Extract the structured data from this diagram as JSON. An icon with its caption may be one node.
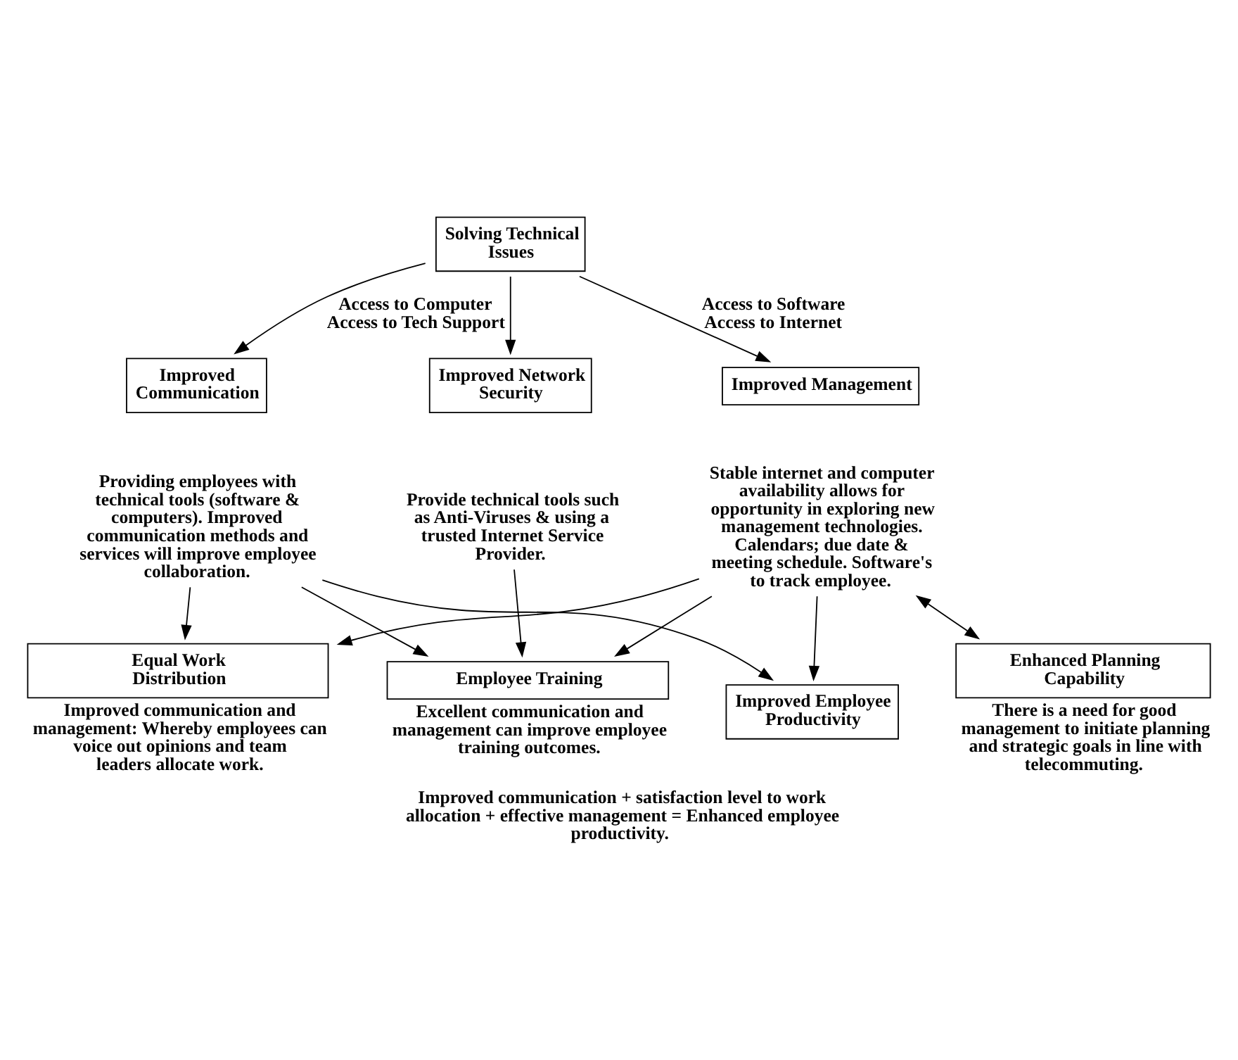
{
  "diagram": {
    "caption": "Improved communication + satisfaction level to work allocation + effective management = Enhanced employee productivity.",
    "nodes": [
      {
        "text": [
          "Solving Technical Issues"
        ]
      },
      {
        "text": [
          "Improved Communication"
        ]
      },
      {
        "text": [
          "Improved Network Security"
        ]
      },
      {
        "text": [
          "Improved Management"
        ]
      },
      {
        "text": [
          "Providing employees with technical tools (software & computers). Improved communication methods and services will improve employee collaboration."
        ]
      },
      {
        "text": [
          "Provide technical tools such as Anti-Viruses & using a trusted Internet Service Provider."
        ]
      },
      {
        "text": [
          "Stable internet and computer availability allows for opportunity in exploring new management technologies. Calendars; due date & meeting schedule. Software's to track employee."
        ]
      },
      {
        "text": [
          "Employee Training"
        ],
        "beside": [
          "Excellent communication and management can improve employee training outcomes."
        ]
      },
      {
        "text": [
          "Equal Work Distribution"
        ],
        "beside": [
          "Improved communication and management: Whereby employees can voice out opinions and team leaders allocate work."
        ]
      },
      {
        "text": [
          "Enhanced Planning Capability"
        ],
        "beside": [
          "There is a need for good management to initiate planning and strategic goals in line with telecommuting."
        ]
      },
      {
        "text": [
          "Improved Employee Productivity"
        ]
      }
    ],
    "edges": [
      {
        "from": 0,
        "to": 1,
        "arrow": "to",
        "label": "Access to Computer Access to Tech Support"
      },
      {
        "from": 0,
        "to": 2,
        "arrow": "to"
      },
      {
        "from": 0,
        "to": 3,
        "arrow": "to",
        "label": "Access to Software Access to Internet"
      },
      {
        "from": 5,
        "to": 7,
        "arrow": "to"
      },
      {
        "from": 4,
        "to": 7,
        "arrow": "to"
      },
      {
        "from": 6,
        "to": 7,
        "arrow": "to"
      },
      {
        "from": 4,
        "to": 8,
        "arrow": "to"
      },
      {
        "from": 4,
        "to": 10,
        "arrow": "to"
      },
      {
        "from": 6,
        "to": 8,
        "arrow": "to"
      },
      {
        "from": 6,
        "to": 10,
        "arrow": "to"
      },
      {
        "from": 6,
        "to": 9,
        "arrow": "both"
      }
    ]
  }
}
